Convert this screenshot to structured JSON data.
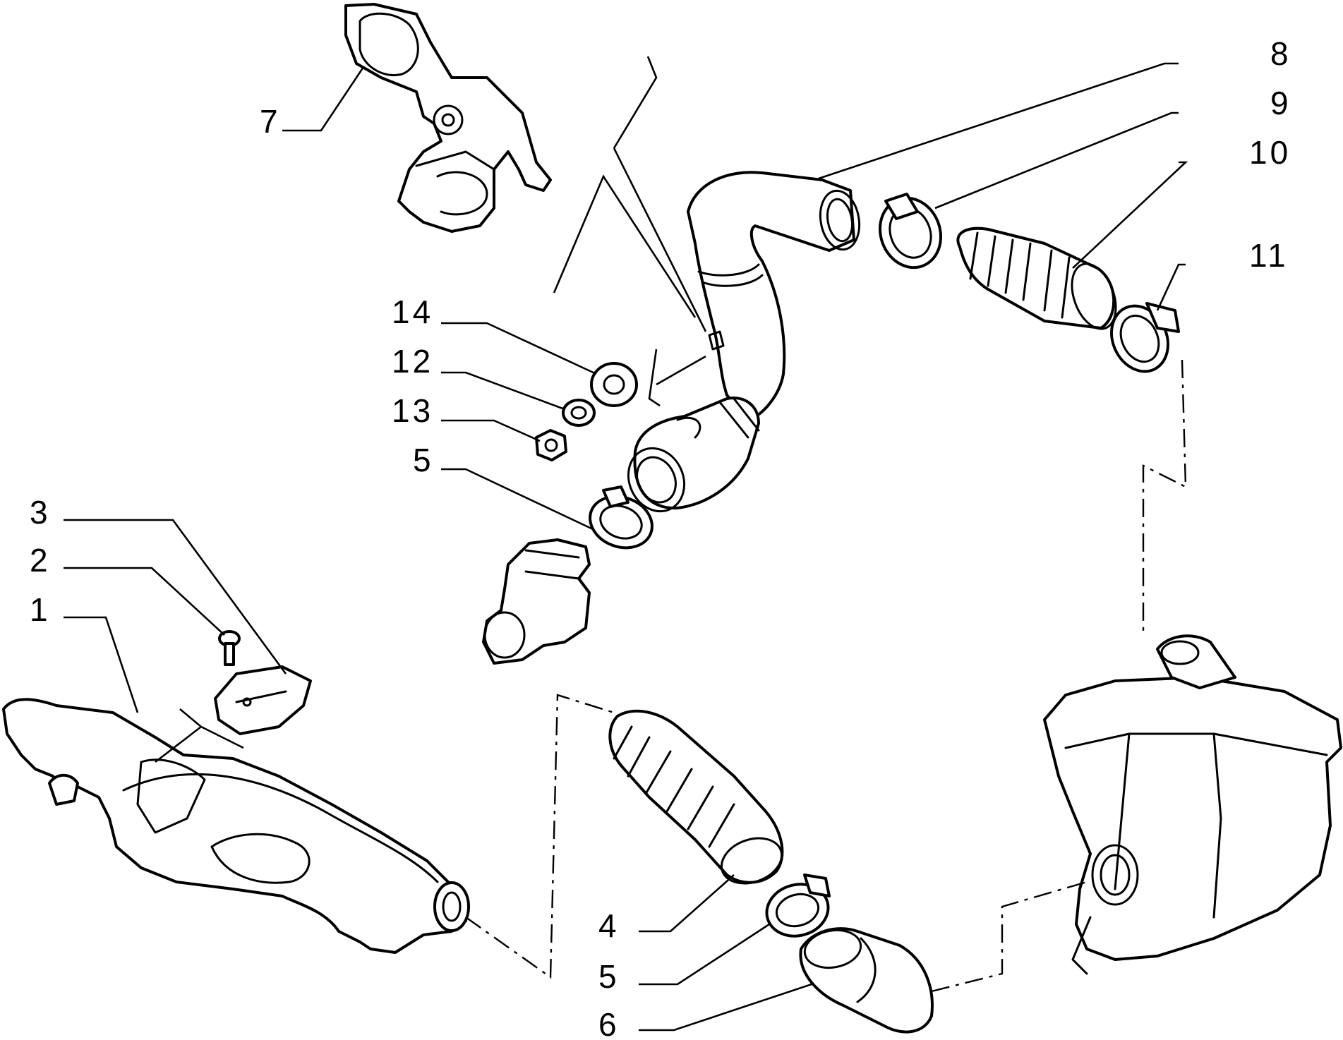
{
  "callouts": {
    "c1": "1",
    "c2": "2",
    "c3": "3",
    "c4": "4",
    "c5a": "5",
    "c5b": "5",
    "c6": "6",
    "c7": "7",
    "c8": "8",
    "c9": "9",
    "c10": "10",
    "c11": "11",
    "c12": "12",
    "c13": "13",
    "c14": "14"
  },
  "colors": {
    "line": "#000000",
    "background": "#ffffff"
  }
}
